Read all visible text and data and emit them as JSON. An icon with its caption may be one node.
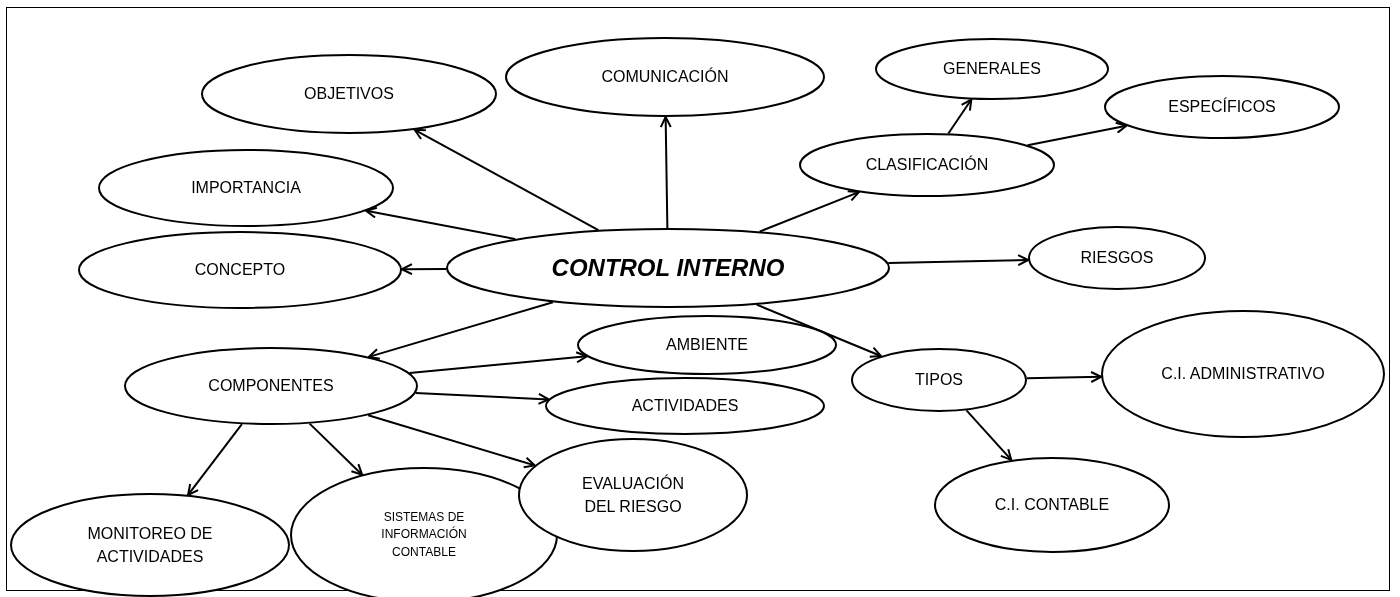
{
  "diagram": {
    "nodes": [
      {
        "text": [
          "CONTROL INTERNO"
        ]
      },
      {
        "text": [
          "OBJETIVOS"
        ]
      },
      {
        "text": [
          "COMUNICACIÓN"
        ]
      },
      {
        "text": [
          "IMPORTANCIA"
        ]
      },
      {
        "text": [
          "CONCEPTO"
        ]
      },
      {
        "text": [
          "CLASIFICACIÓN"
        ]
      },
      {
        "text": [
          "GENERALES"
        ]
      },
      {
        "text": [
          "ESPECÍFICOS"
        ]
      },
      {
        "text": [
          "RIESGOS"
        ]
      },
      {
        "text": [
          "COMPONENTES"
        ]
      },
      {
        "text": [
          "AMBIENTE"
        ]
      },
      {
        "text": [
          "ACTIVIDADES"
        ]
      },
      {
        "text": [
          "TIPOS"
        ]
      },
      {
        "text": [
          "C.I. ADMINISTRATIVO"
        ]
      },
      {
        "text": [
          "C.I. CONTABLE"
        ]
      },
      {
        "text": [
          "MONITOREO DE ACTIVIDADES"
        ]
      },
      {
        "text": [
          "SISTEMAS DE INFORMACIÓN CONTABLE"
        ]
      },
      {
        "text": [
          "EVALUACIÓN DEL RIESGO"
        ]
      }
    ],
    "edges": [
      {
        "from": 0,
        "to": 1,
        "arrow": "to"
      },
      {
        "from": 0,
        "to": 2,
        "arrow": "to"
      },
      {
        "from": 0,
        "to": 3,
        "arrow": "to"
      },
      {
        "from": 0,
        "to": 4,
        "arrow": "to"
      },
      {
        "from": 0,
        "to": 5,
        "arrow": "to"
      },
      {
        "from": 5,
        "to": 6,
        "arrow": "to"
      },
      {
        "from": 5,
        "to": 7,
        "arrow": "to"
      },
      {
        "from": 0,
        "to": 8,
        "arrow": "to"
      },
      {
        "from": 0,
        "to": 9,
        "arrow": "to"
      },
      {
        "from": 9,
        "to": 10,
        "arrow": "to"
      },
      {
        "from": 9,
        "to": 11,
        "arrow": "to"
      },
      {
        "from": 9,
        "to": 17,
        "arrow": "to"
      },
      {
        "from": 9,
        "to": 16,
        "arrow": "to"
      },
      {
        "from": 9,
        "to": 15,
        "arrow": "to"
      },
      {
        "from": 0,
        "to": 12,
        "arrow": "to"
      },
      {
        "from": 12,
        "to": 13,
        "arrow": "to"
      },
      {
        "from": 12,
        "to": 14,
        "arrow": "to"
      }
    ]
  }
}
